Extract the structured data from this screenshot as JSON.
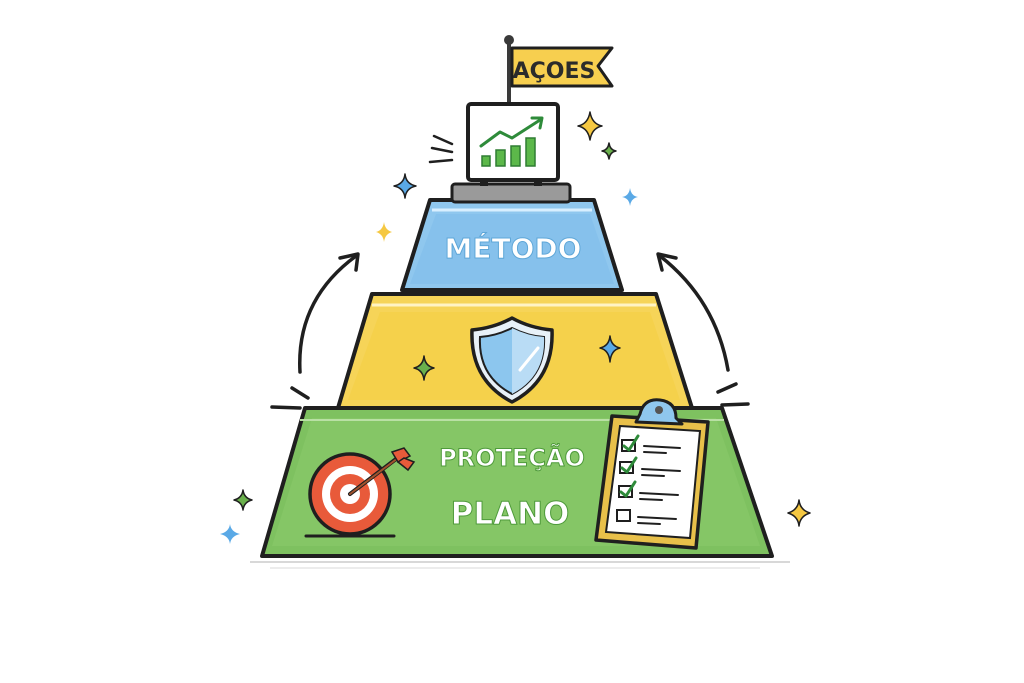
{
  "diagram": {
    "type": "pyramid",
    "flag": {
      "label": "AÇOES",
      "color": "#f7cf4f"
    },
    "tiers": [
      {
        "id": "top",
        "label": "MÉTODO",
        "color": "#8fc7ee",
        "icon": "chart-icon"
      },
      {
        "id": "middle",
        "label": "",
        "color": "#f6d458",
        "icon": "shield-icon"
      },
      {
        "id": "base",
        "labels": [
          "PROTEÇÃO",
          "PLANO"
        ],
        "color": "#7ec160",
        "icons": [
          "target-icon",
          "clipboard-checklist-icon"
        ]
      }
    ],
    "monitor": {
      "icon": "rising-bar-chart-icon"
    },
    "arrows": [
      "curved-arrow-left-up",
      "curved-arrow-right-up"
    ],
    "sparkles": [
      "#f5c842",
      "#6ab04c",
      "#5aa9e6"
    ],
    "outline_color": "#1f1f1f"
  }
}
